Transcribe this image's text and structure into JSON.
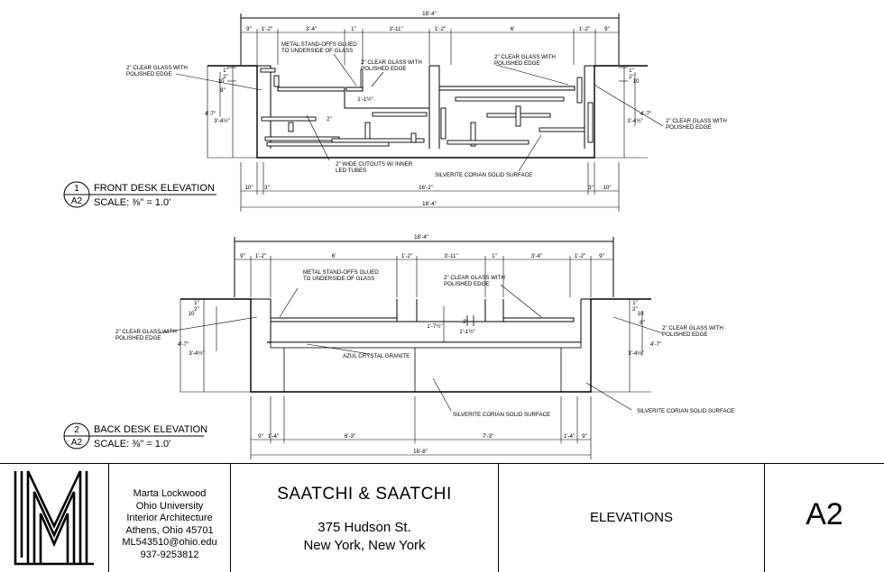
{
  "front": {
    "overall": "18'-4\"",
    "overall_bottom": "18'-4\"",
    "top_dims": [
      "9\"",
      "1'-2\"",
      "3'-4\"",
      "1\"",
      "3'-11\"",
      "1'-2\"",
      "6'",
      "1'-2\"",
      "9\""
    ],
    "bottom_dims": [
      "10\"",
      "3\"",
      "16'-2\"",
      "3\"",
      "10\""
    ],
    "left_dims": [
      "1\"",
      "2\"",
      "10",
      "8\"",
      "4'-7\"",
      "3'-4½\""
    ],
    "right_dims": [
      "1\"",
      "2\"",
      "10",
      "4'-7\"",
      "3'-4½\""
    ],
    "inner_dims": [
      "1'-1½\"",
      "2\""
    ],
    "notes": {
      "standoffs_1": "METAL STAND-OFFS GLUED",
      "standoffs_2": "TO UNDERSIDE OF GLASS",
      "glass_left_1": "2\" CLEAR GLASS WITH",
      "glass_left_2": "POLISHED EDGE",
      "glass_mid_1": "2\" CLEAR GLASS WITH",
      "glass_mid_2": "POLISHED EDGE",
      "glass_top_1": "2\" CLEAR GLASS WITH",
      "glass_top_2": "POLISHED EDGE",
      "glass_right_1": "2\" CLEAR GLASS WITH",
      "glass_right_2": "POLISHED EDGE",
      "cutouts_1": "2\" WIDE CUTOUTS W/ INNER",
      "cutouts_2": "LED TUBES",
      "corian": "SILVERITE CORIAN SOLID SURFACE"
    },
    "label": {
      "num": "1",
      "sheet": "A2",
      "title": "FRONT DESK ELEVATION",
      "scale": "SCALE: ⅜\" = 1.0'"
    }
  },
  "back": {
    "overall": "18'-4\"",
    "overall_bottom": "16'-8\"",
    "top_dims": [
      "9\"",
      "1'-2\"",
      "6'",
      "1'-2\"",
      "3'-11\"",
      "1\"",
      "3'-4\"",
      "1'-2\"",
      "9\""
    ],
    "bottom_dims": [
      "9\"",
      "1'-4\"",
      "6'-3\"",
      "7'-3\"",
      "1'-4\"",
      "9\""
    ],
    "left_dims": [
      "1\"",
      "2\"",
      "10",
      "4'-7\"",
      "3'-4½\""
    ],
    "right_dims": [
      "1\"",
      "2\"",
      "10",
      "8\"",
      "4'-7\"",
      "3'-4½\""
    ],
    "inner_dims": [
      "1'-7½\"",
      "2\"",
      "1'-1½\""
    ],
    "notes": {
      "standoffs_1": "METAL STAND-OFFS GLUED",
      "standoffs_2": "TO UNDERSIDE OF GLASS",
      "glass_mid_1": "2\" CLEAR GLASS WITH",
      "glass_mid_2": "POLISHED EDGE",
      "glass_left_1": "2\" CLEAR GLASS WITH",
      "glass_left_2": "POLISHED EDGE",
      "glass_right_1": "2\" CLEAR GLASS WITH",
      "glass_right_2": "POLISHED EDGE",
      "granite": "AZUL CRYSTAL GRANITE",
      "corian_center": "SILVERITE CORIAN SOLID SURFACE",
      "corian_right": "SILVERITE CORIAN SOLID SURFACE"
    },
    "label": {
      "num": "2",
      "sheet": "A2",
      "title": "BACK DESK ELEVATION",
      "scale": "SCALE: ⅜\" = 1.0'"
    }
  },
  "title_block": {
    "logo_letters": "LM",
    "designer": [
      "Marta Lockwood",
      "Ohio University",
      "Interior Architecture",
      "Athens, Ohio 45701",
      "ML543510@ohio.edu",
      "937-9253812"
    ],
    "project_name": "SAATCHI & SAATCHI",
    "address_1": "375 Hudson St.",
    "address_2": "New York, New York",
    "sheet_title": "ELEVATIONS",
    "sheet_number": "A2"
  }
}
